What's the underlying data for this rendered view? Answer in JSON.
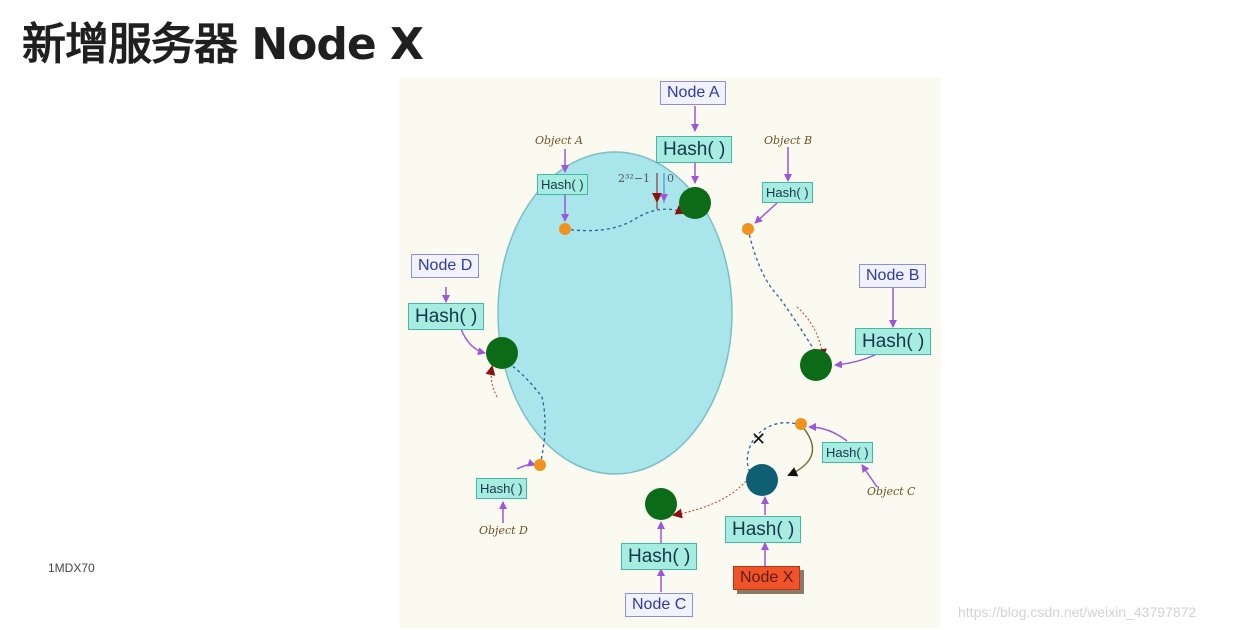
{
  "slide": {
    "title": "新增服务器 Node X",
    "code": "1MDX70",
    "watermark": "https://blog.csdn.net/weixin_43797872"
  },
  "diagram": {
    "nodes": [
      {
        "label": "Node A"
      },
      {
        "label": "Node B"
      },
      {
        "label": "Node C"
      },
      {
        "label": "Node D"
      },
      {
        "label": "Node X",
        "is_new": true
      }
    ],
    "objects": [
      {
        "label": "Object A"
      },
      {
        "label": "Object B"
      },
      {
        "label": "Object C"
      },
      {
        "label": "Object D"
      }
    ],
    "hash_label": "Hash( )",
    "ring_labels": {
      "max": "2³²−1",
      "zero": "0"
    },
    "removed_mark": "✕",
    "colors": {
      "ring_fill": "#a8e6ec",
      "server_dot": "#0b6b16",
      "new_server_dot": "#0e5f72",
      "object_dot": "#f0931d",
      "arrow": "#9b57d8",
      "new_node_box": "#f0532a"
    }
  }
}
